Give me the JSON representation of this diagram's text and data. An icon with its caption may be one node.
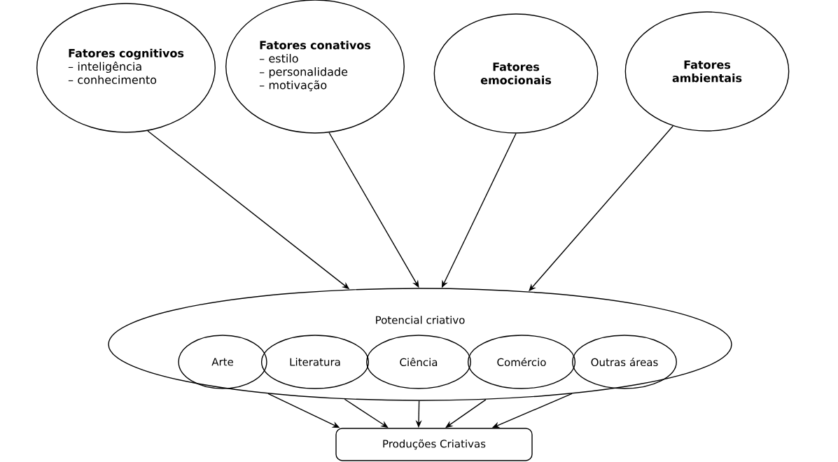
{
  "diagram": {
    "nodes": [
      {
        "text": [
          "Fatores cognitivos",
          "– inteligência",
          "– conhecimento"
        ]
      },
      {
        "text": [
          "Fatores conativos",
          "– estilo",
          "– personalidade",
          "– motivação"
        ]
      },
      {
        "text": [
          "Fatores emocionais"
        ]
      },
      {
        "text": [
          "Fatores ambientais"
        ]
      },
      {
        "text": [
          "Potencial criativo"
        ]
      },
      {
        "text": [
          "Arte"
        ],
        "in": 4
      },
      {
        "text": [
          "Literatura"
        ],
        "in": 4
      },
      {
        "text": [
          "Ciência"
        ],
        "in": 4
      },
      {
        "text": [
          "Comércio"
        ],
        "in": 4
      },
      {
        "text": [
          "Outras áreas"
        ],
        "in": 4
      },
      {
        "text": [
          "Produções Criativas"
        ]
      }
    ],
    "edges": [
      {
        "from": 0,
        "to": 4,
        "arrow": "to"
      },
      {
        "from": 1,
        "to": 4,
        "arrow": "to"
      },
      {
        "from": 2,
        "to": 4,
        "arrow": "to"
      },
      {
        "from": 3,
        "to": 4,
        "arrow": "to"
      },
      {
        "from": 4,
        "to": 10,
        "arrow": "to"
      },
      {
        "from": 4,
        "to": 10,
        "arrow": "to"
      },
      {
        "from": 4,
        "to": 10,
        "arrow": "to"
      },
      {
        "from": 4,
        "to": 10,
        "arrow": "to"
      },
      {
        "from": 4,
        "to": 10,
        "arrow": "to"
      }
    ]
  }
}
